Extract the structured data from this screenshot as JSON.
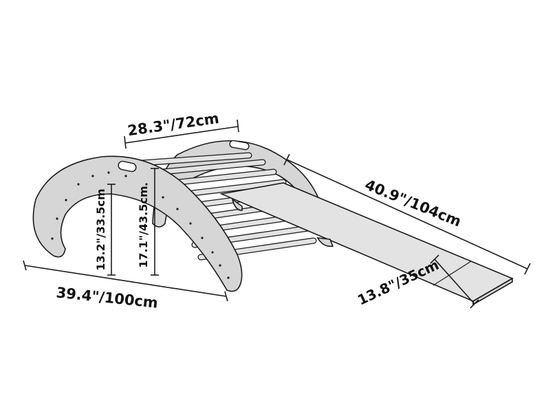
{
  "colors": {
    "background": "#ffffff",
    "wood": "#d6d6d6",
    "wood_light": "#e3e3e3",
    "outline": "#1a1a1a",
    "text": "#111111"
  },
  "dimensions": {
    "arch_width": "39.4\"/100cm",
    "arch_depth": "28.3\"/72cm",
    "inner_height": "13.2\"/33.5cm",
    "outer_height": "17.1\"/43.5cm",
    "ramp_length": "40.9\"/104cm",
    "ramp_width": "13.8\"/35cm"
  }
}
